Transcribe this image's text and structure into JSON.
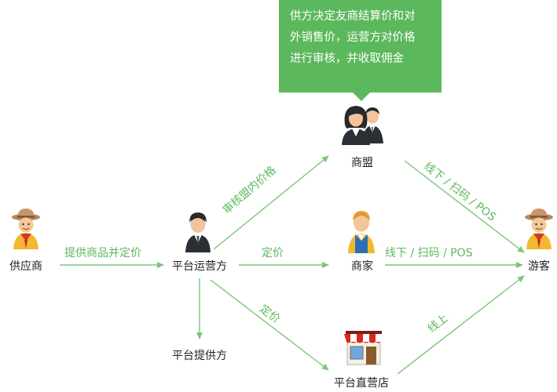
{
  "callout": {
    "lines": [
      "供方决定友商结算价和对",
      "外销售价，运营方对价格",
      "进行审核，并收取佣金"
    ]
  },
  "nodes": {
    "supplier": "供应商",
    "platform_operator": "平台运营方",
    "alliance": "商盟",
    "merchant": "商家",
    "platform_provider": "平台提供方",
    "direct_store": "平台直营店",
    "tourist": "游客"
  },
  "edges": {
    "supply_pricing": "提供商品并定价",
    "review_alliance_price": "审核盟内价格",
    "pricing_merchant": "定价",
    "pricing_store": "定价",
    "alliance_channels": "线下 / 扫码 / POS",
    "merchant_channels": "线下 / 扫码 /  POS",
    "store_online": "线上"
  },
  "colors": {
    "accent": "#5cb85c",
    "arrow": "#7cc576",
    "text": "#222222"
  }
}
